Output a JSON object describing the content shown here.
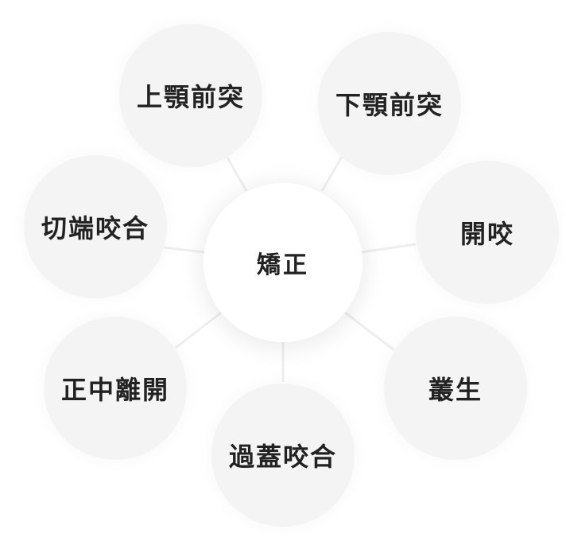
{
  "center": {
    "label": "矯正"
  },
  "nodes": [
    {
      "id": "upper-protrusion",
      "label": "上顎前突"
    },
    {
      "id": "lower-protrusion",
      "label": "下顎前突"
    },
    {
      "id": "open-bite",
      "label": "開咬"
    },
    {
      "id": "crowding",
      "label": "叢生"
    },
    {
      "id": "deep-bite",
      "label": "過蓋咬合"
    },
    {
      "id": "diastema",
      "label": "正中離開"
    },
    {
      "id": "edge-bite",
      "label": "切端咬合"
    }
  ],
  "colors": {
    "outer_fill": "#f4f4f4",
    "center_fill": "#ffffff",
    "connector": "#eeeeee",
    "text": "#222222"
  }
}
